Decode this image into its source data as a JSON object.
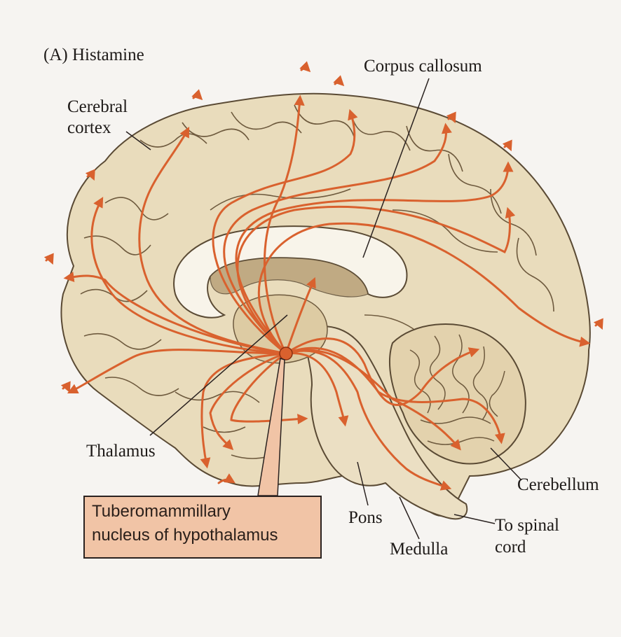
{
  "figure": {
    "panel_label": "(A) Histamine",
    "labels": {
      "corpus_callosum": "Corpus callosum",
      "cerebral_cortex_line1": "Cerebral",
      "cerebral_cortex_line2": "cortex",
      "thalamus": "Thalamus",
      "cerebellum": "Cerebellum",
      "pons": "Pons",
      "medulla": "Medulla",
      "spinal_line1": "To spinal",
      "spinal_line2": "cord",
      "tmn_line1": "Tuberomammillary",
      "tmn_line2": "nucleus of hypothalamus"
    }
  },
  "colors": {
    "background": "#f6f4f1",
    "brain_fill": "#e9dcbc",
    "brain_shadow": "#c9b78f",
    "gyri_lines": "#6e5a3e",
    "projection": "#d9612e",
    "highlight_box": "#f1c4a6"
  }
}
